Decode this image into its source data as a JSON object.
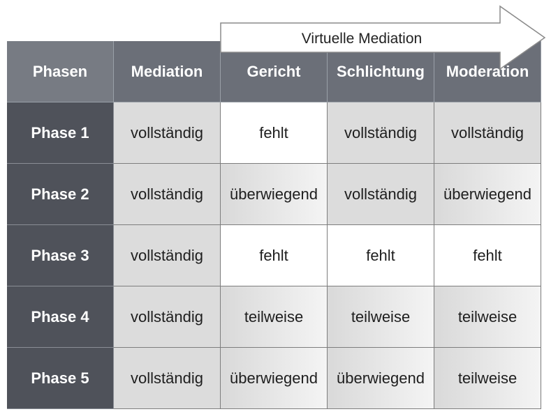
{
  "arrow_label": "Virtuelle Mediation",
  "columns": [
    "Phasen",
    "Mediation",
    "Gericht",
    "Schlichtung",
    "Moderation"
  ],
  "rows": [
    {
      "label": "Phase 1",
      "values": [
        "vollständig",
        "fehlt",
        "vollständig",
        "vollständig"
      ]
    },
    {
      "label": "Phase 2",
      "values": [
        "vollständig",
        "überwiegend",
        "vollständig",
        "überwiegend"
      ]
    },
    {
      "label": "Phase 3",
      "values": [
        "vollständig",
        "fehlt",
        "fehlt",
        "fehlt"
      ]
    },
    {
      "label": "Phase 4",
      "values": [
        "vollständig",
        "teilweise",
        "teilweise",
        "teilweise"
      ]
    },
    {
      "label": "Phase 5",
      "values": [
        "vollständig",
        "überwiegend",
        "überwiegend",
        "teilweise"
      ]
    }
  ],
  "colors": {
    "header": "#6b6f78",
    "row_header": "#4f525a",
    "cell_full": "#dcdcdc",
    "cell_missing": "#ffffff"
  }
}
